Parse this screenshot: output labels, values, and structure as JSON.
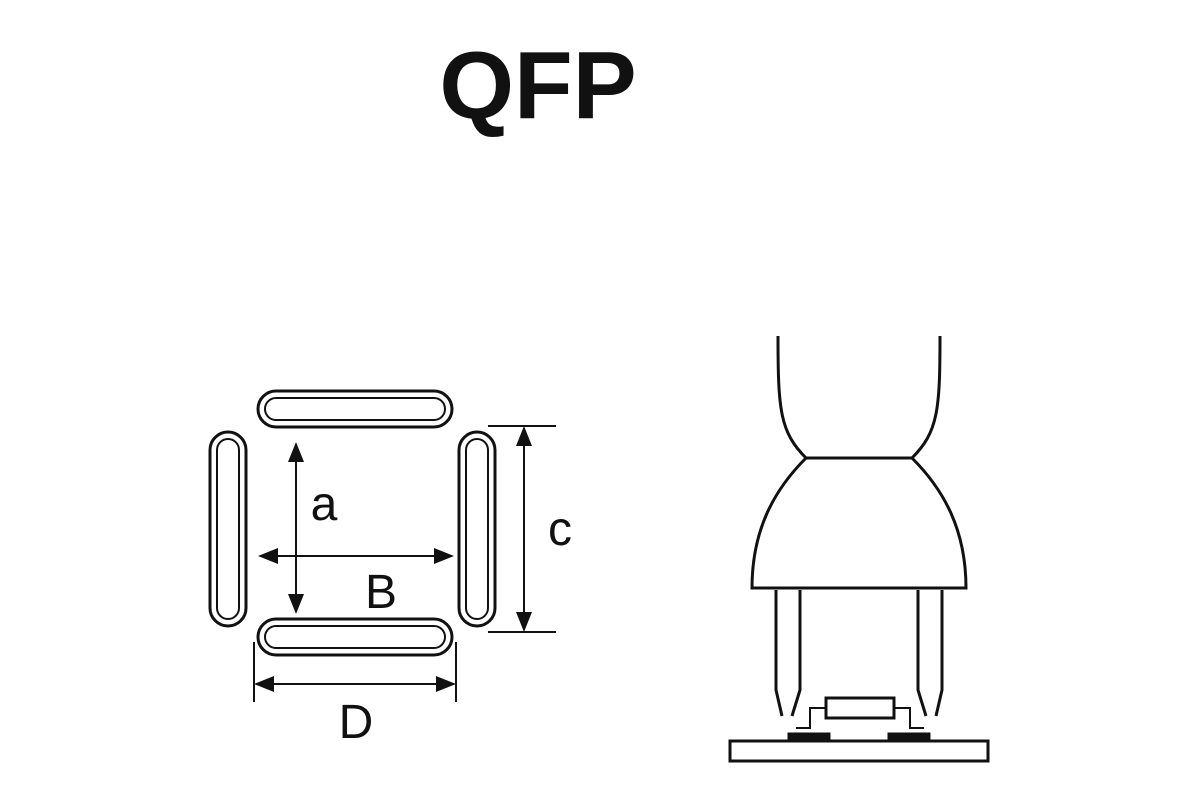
{
  "title": "QFP",
  "dimensions": {
    "a": "a",
    "B": "B",
    "c": "c",
    "D": "D"
  },
  "colors": {
    "line": "#111111",
    "background": "#ffffff"
  }
}
